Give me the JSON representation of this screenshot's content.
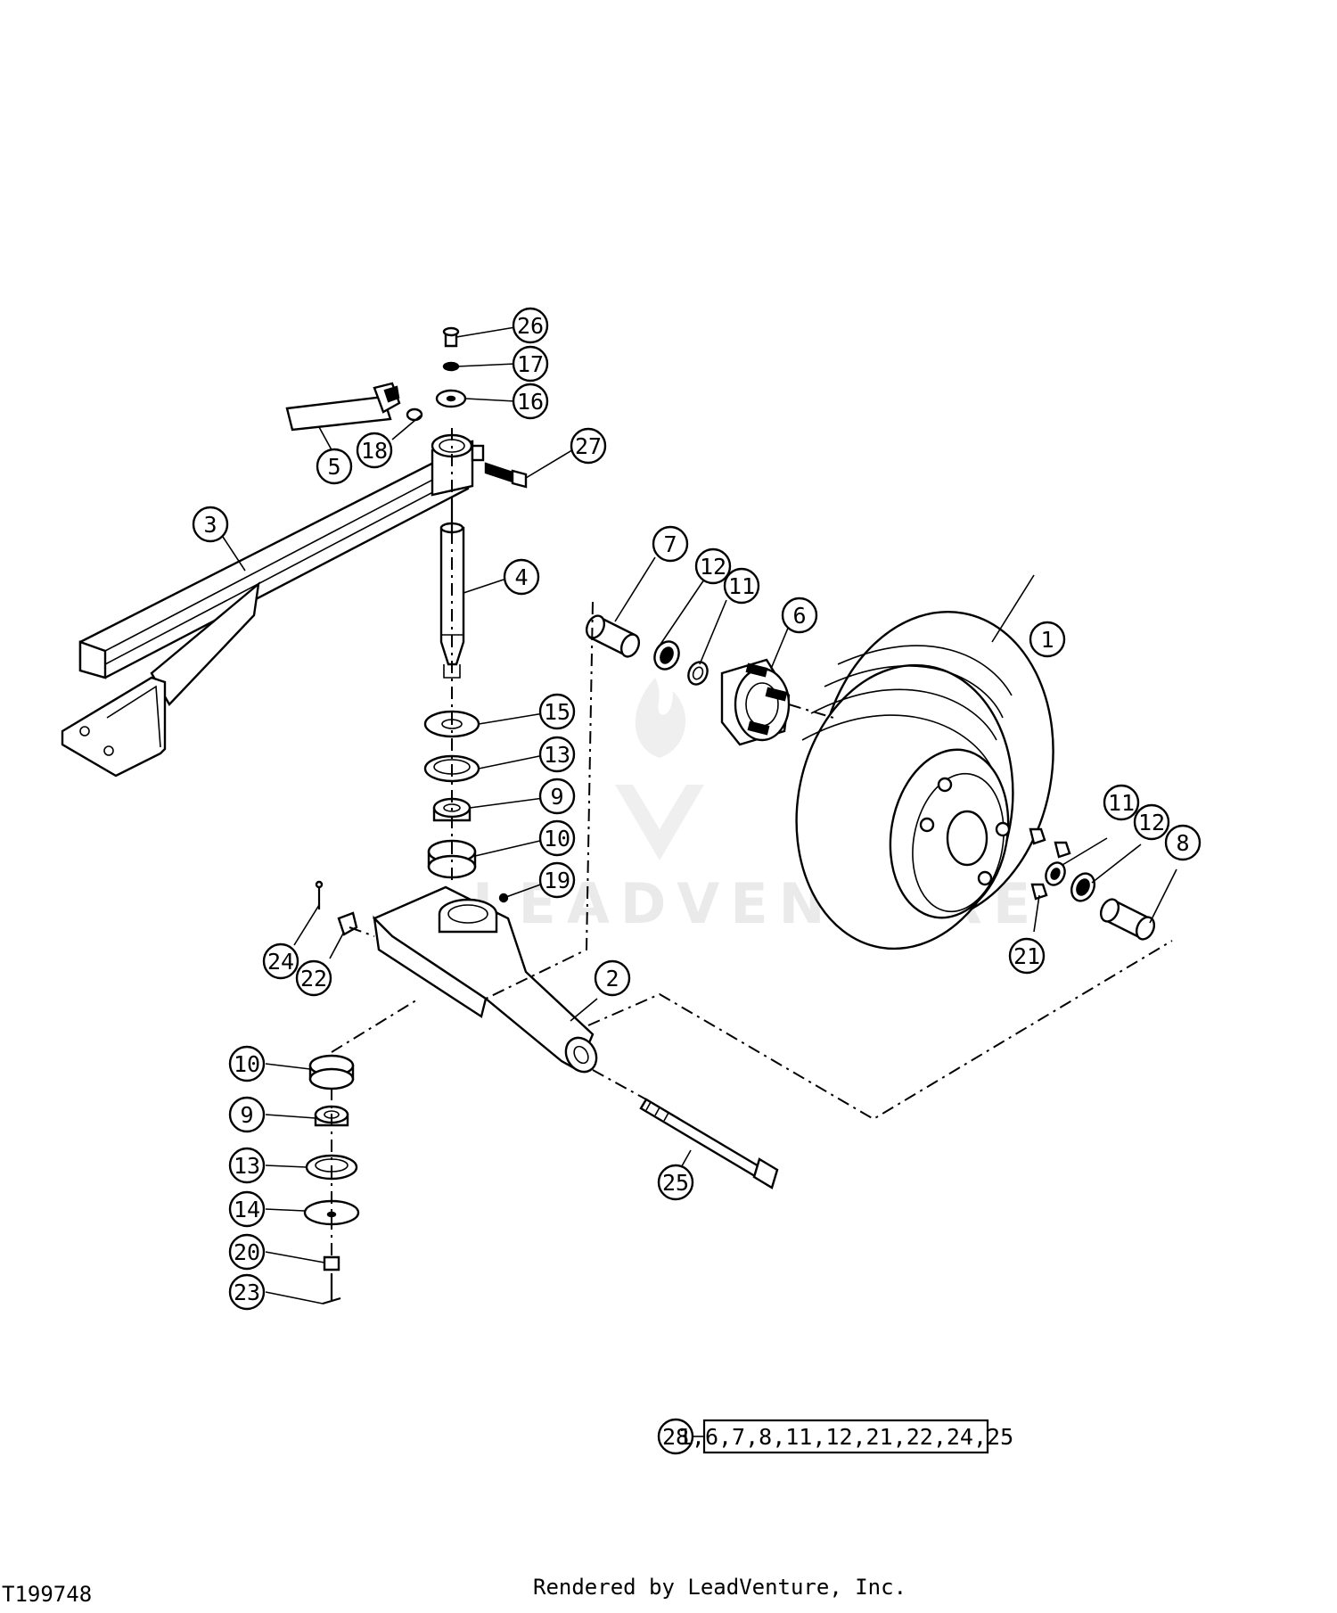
{
  "callouts": {
    "c26": "26",
    "c17": "17",
    "c16": "16",
    "c18": "18",
    "c5": "5",
    "c27": "27",
    "c3": "3",
    "c4": "4",
    "c7": "7",
    "c12a": "12",
    "c11a": "11",
    "c6": "6",
    "c1": "1",
    "c15": "15",
    "c13a": "13",
    "c9a": "9",
    "c10a": "10",
    "c19": "19",
    "c11b": "11",
    "c12b": "12",
    "c8": "8",
    "c21": "21",
    "c24": "24",
    "c22": "22",
    "c2": "2",
    "c10b": "10",
    "c9b": "9",
    "c13b": "13",
    "c14": "14",
    "c20": "20",
    "c23": "23",
    "c25": "25",
    "c28": "28"
  },
  "kit": {
    "number": "28",
    "parts": "1,6,7,8,11,12,21,22,24,25"
  },
  "watermark": "LEADVENTURE",
  "footer": {
    "figure_id": "T199748",
    "rendered_by": "Rendered by LeadVenture, Inc."
  }
}
